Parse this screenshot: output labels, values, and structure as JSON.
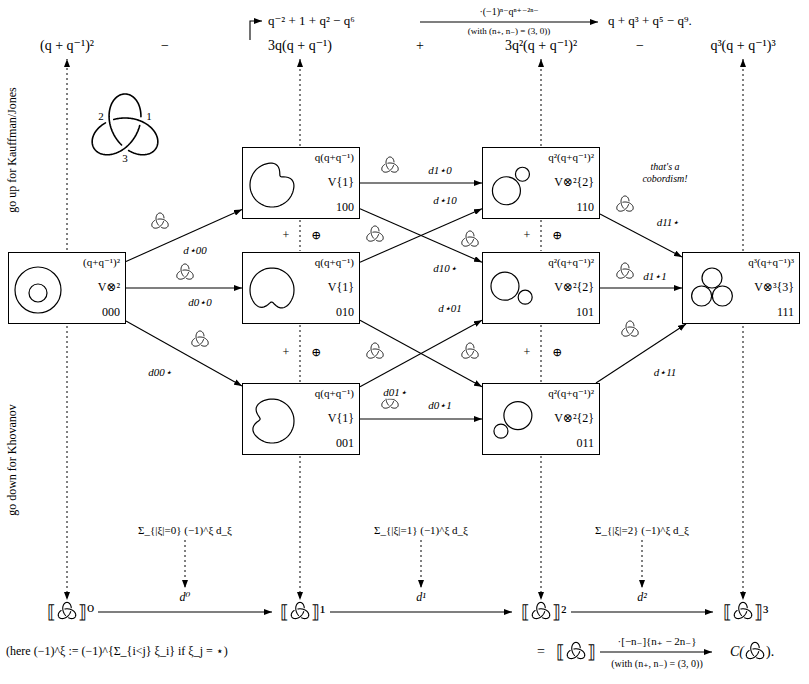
{
  "diagram": {
    "nodes": [
      {
        "text": [
          "(q+q⁻¹)²",
          "V⊗²",
          "000"
        ]
      },
      {
        "text": [
          "q(q+q⁻¹)",
          "V{1}",
          "100"
        ]
      },
      {
        "text": [
          "q(q+q⁻¹)",
          "V{1}",
          "010"
        ]
      },
      {
        "text": [
          "q(q+q⁻¹)",
          "V{1}",
          "001"
        ]
      },
      {
        "text": [
          "q²(q+q⁻¹)²",
          "V⊗²{2}",
          "110"
        ]
      },
      {
        "text": [
          "q²(q+q⁻¹)²",
          "V⊗²{2}",
          "101"
        ]
      },
      {
        "text": [
          "q²(q+q⁻¹)²",
          "V⊗²{2}",
          "011"
        ]
      },
      {
        "text": [
          "q³(q+q⁻¹)³",
          "V⊗³{3}",
          "111"
        ]
      }
    ],
    "edges": [
      {
        "from": 0,
        "to": 1,
        "arrow": "to",
        "label": "d⋆00"
      },
      {
        "from": 0,
        "to": 2,
        "arrow": "to",
        "label": "d0⋆0"
      },
      {
        "from": 0,
        "to": 3,
        "arrow": "to",
        "label": "d00⋆"
      },
      {
        "from": 1,
        "to": 4,
        "arrow": "to",
        "label": "d1⋆0"
      },
      {
        "from": 1,
        "to": 5,
        "arrow": "to",
        "label": "d10⋆"
      },
      {
        "from": 2,
        "to": 4,
        "arrow": "to",
        "label": "d⋆10"
      },
      {
        "from": 2,
        "to": 6,
        "arrow": "to",
        "label": "d01⋆"
      },
      {
        "from": 3,
        "to": 5,
        "arrow": "to",
        "label": "d⋆01"
      },
      {
        "from": 3,
        "to": 6,
        "arrow": "to",
        "label": "d0⋆1"
      },
      {
        "from": 4,
        "to": 7,
        "arrow": "to",
        "label": "d11⋆"
      },
      {
        "from": 5,
        "to": 7,
        "arrow": "to",
        "label": "d1⋆1"
      },
      {
        "from": 6,
        "to": 7,
        "arrow": "to",
        "label": "d⋆11"
      }
    ],
    "labels": [
      "q⁻² + 1 + q² − q⁶",
      "·(−1)ⁿ⁻qⁿ⁺⁻²ⁿ⁻",
      "(with (n₊, n₋) = (3, 0))",
      "q + q³ + q⁵ − q⁹.",
      "(q + q⁻¹)²",
      "−",
      "3q(q + q⁻¹)",
      "+",
      "3q²(q + q⁻¹)²",
      "−",
      "q³(q + q⁻¹)³",
      "go up for Kauffman/Jones",
      "go down for Khovanov",
      "1",
      "2",
      "3",
      "that's a cobordism!",
      "+",
      "⊕",
      "+",
      "⊕",
      "+",
      "⊕",
      "+",
      "⊕",
      "Σ_{|ξ|=0} (−1)^ξ d_ξ",
      "Σ_{|ξ|=1} (−1)^ξ d_ξ",
      "Σ_{|ξ|=2} (−1)^ξ d_ξ",
      "d⁰",
      "d¹",
      "d²",
      "⟦",
      "⟧⁰",
      "⟦",
      "⟧¹",
      "⟦",
      "⟧²",
      "⟦",
      "⟧³",
      "(here (−1)^ξ := (−1)^{Σ_{i<j} ξ_i} if ξ_j = ⋆)",
      "=",
      "⟦",
      "⟧",
      "·[−n₋]{n₊ − 2n₋}",
      "(with (n₊, n₋) = (3, 0))",
      "C(",
      ")."
    ]
  }
}
